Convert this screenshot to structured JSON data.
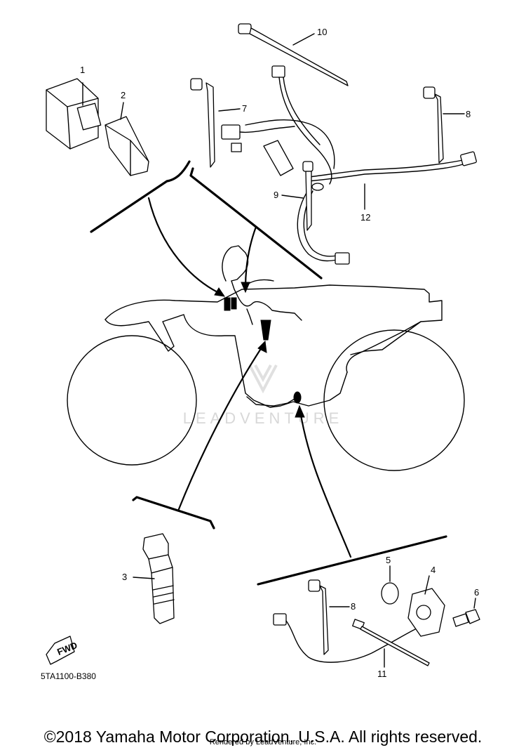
{
  "diagram": {
    "callouts": [
      "1",
      "2",
      "3",
      "4",
      "5",
      "6",
      "7",
      "8",
      "8",
      "9",
      "10",
      "11",
      "12"
    ],
    "watermark": "LEADVENTURE",
    "fwd_label": "FWD",
    "part_code": "5TA1100-B380"
  },
  "footer": {
    "copyright": "©2018 Yamaha Motor Corporation, U.S.A. All rights reserved.",
    "rendered_by": "Rendered by LeadVenture, Inc."
  }
}
